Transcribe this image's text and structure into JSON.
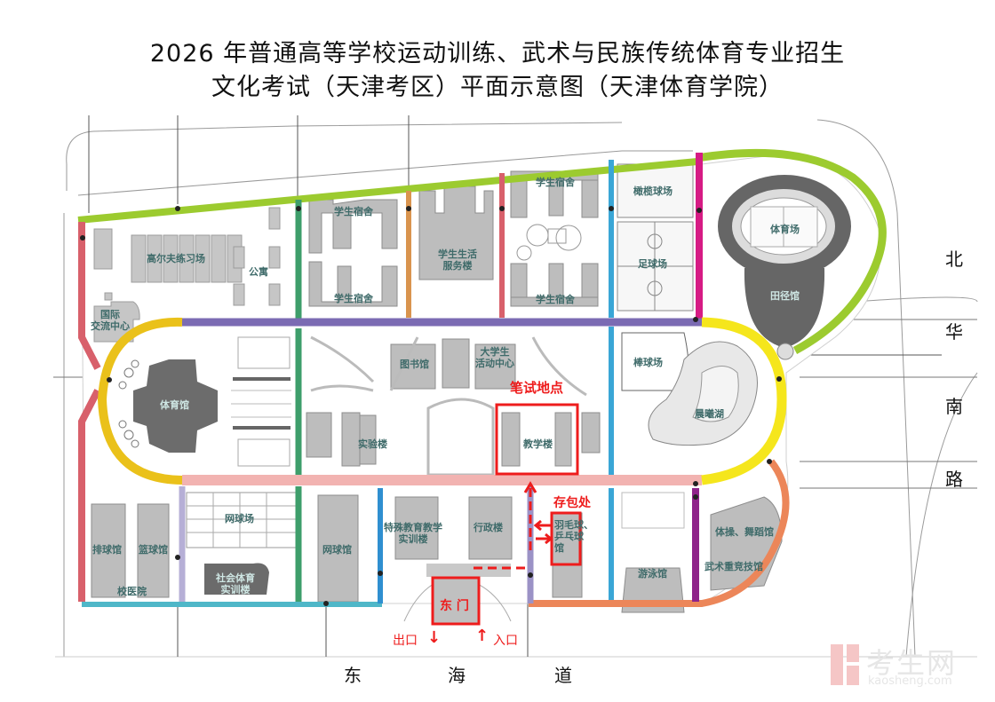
{
  "title": {
    "line1": "2026 年普通高等学校运动训练、武术与民族传统体育专业招生",
    "line2": "文化考试（天津考区）平面示意图（天津体育学院）"
  },
  "buildings": {
    "golf": "高尔夫练习场",
    "apartment": "公寓",
    "intl_center": "国际\n交流中心",
    "dorm_a_top": "学生宿舍",
    "dorm_a_bottom": "学生宿舍",
    "student_services": "学生生活\n服务楼",
    "dorm_b_top": "学生宿舍",
    "dorm_b_bottom": "学生宿舍",
    "rugby": "橄榄球场",
    "football": "足球场",
    "stadium": "体育场",
    "track_hall": "田径馆",
    "gymnasium": "体育馆",
    "library": "图书馆",
    "activity_center": "大学生\n活动中心",
    "lab_building": "实验楼",
    "teaching_building": "教学楼",
    "baseball": "棒球场",
    "lake": "晨曦湖",
    "volleyball": "排球馆",
    "basketball": "篮球馆",
    "clinic": "校医院",
    "tennis_courts": "网球场",
    "social_sports": "社会体育\n实训楼",
    "tennis_hall": "网球馆",
    "special_edu": "特殊教育教学\n实训楼",
    "admin": "行政楼",
    "badminton": "羽毛球、\n乒乓球\n馆",
    "swimming": "游泳馆",
    "gym_dance": "体操、舞蹈馆",
    "martial_arts": "武术重竞技馆"
  },
  "annotations": {
    "exam_site": "笔试地点",
    "bag_storage": "存包处",
    "east_gate": "东 门",
    "exit": "出口",
    "entrance": "入口",
    "exit_arrow": "↓",
    "entrance_arrow": "↑"
  },
  "roads": {
    "east": [
      "北",
      "华",
      "南",
      "路"
    ],
    "south": [
      "东",
      "海",
      "道"
    ]
  },
  "watermark": {
    "name": "考生网",
    "url": "kaosheng.com"
  },
  "colors": {
    "highlight_red": "#ee1c1c",
    "road_green_north": "#9ccb2f",
    "road_purple": "#7b6bb3",
    "road_pink": "#f2b3b1",
    "road_yellow_west": "#eac11a",
    "road_yellow_east": "#f5e61c",
    "road_orange": "#ec8659",
    "road_blue": "#3aa6d6",
    "road_magenta": "#d61b84",
    "road_teal": "#4fb7c8",
    "building_gray": "#b9b9b9",
    "building_dark": "#6e6e6e"
  }
}
